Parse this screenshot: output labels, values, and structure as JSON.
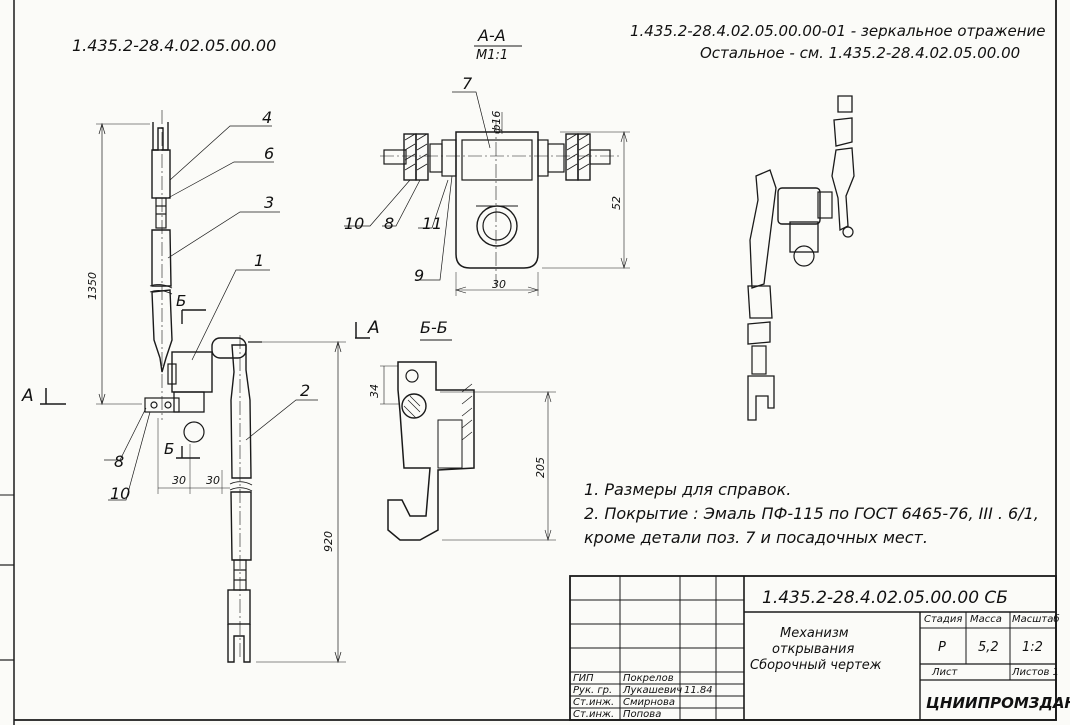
{
  "drawing": {
    "code_topleft": "1.435.2-28.4.02.05.00.00",
    "code_topright_1": "1.435.2-28.4.02.05.00.00-01 - зеркальное отражение",
    "code_topright_2": "Остальное - см. 1.435.2-28.4.02.05.00.00",
    "section_aa_title": "А-А",
    "section_aa_scale": "М1:1",
    "section_bb_title": "Б-Б",
    "section_marker_a": "А",
    "section_marker_b": "Б",
    "positions": [
      "1",
      "2",
      "3",
      "4",
      "6",
      "7",
      "8",
      "9",
      "10",
      "11"
    ],
    "dimensions": {
      "total_length": "1350",
      "lower_length": "920",
      "offset_1": "30",
      "offset_2": "30",
      "width_aa": "30",
      "height_aa": "52",
      "dia": "ф16",
      "bb_height": "205",
      "bb_small": "34"
    },
    "notes": [
      "1. Размеры  для  справок.",
      "2. Покрытие :  Эмаль  ПФ-115 по ГОСТ 6465-76, III . 6/1,",
      "   кроме  детали  поз. 7 и  посадочных  мест."
    ]
  },
  "title_block": {
    "doc_code": "1.435.2-28.4.02.05.00.00 СБ",
    "name_line1": "Механизм",
    "name_line2": "открывания",
    "name_line3": "Сборочный  чертеж",
    "header_stage": "Стадия",
    "header_mass": "Масса",
    "header_scale": "Масштаб",
    "stage_value": "Р",
    "mass_value": "5,2",
    "scale_value": "1:2",
    "sheet_label": "Лист",
    "sheets_label": "Листов 1",
    "organization": "ЦНИИПРОМЗДАНИЙ",
    "roles": [
      {
        "role": "ГИП",
        "name": "Покрелов",
        "date": ""
      },
      {
        "role": "Рук. гр.",
        "name": "Лукашевич",
        "date": "11.84"
      },
      {
        "role": "Ст.инж.",
        "name": "Смирнова",
        "date": ""
      },
      {
        "role": "Ст.инж.",
        "name": "Попова",
        "date": ""
      }
    ]
  }
}
